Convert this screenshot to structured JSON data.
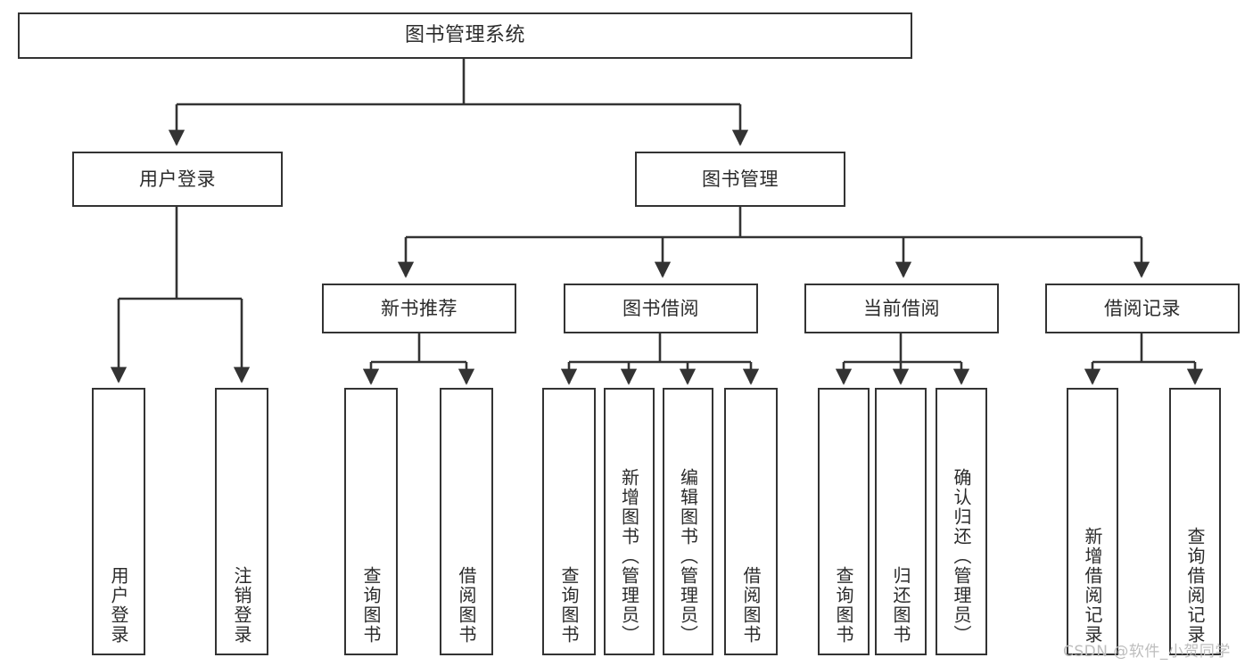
{
  "diagram": {
    "type": "tree-hierarchy-chart",
    "title": "图书管理系统",
    "stroke_color": "#333333",
    "fill_color": "#ffffff",
    "text_color": "#2b2b2b",
    "nodes": {
      "root": {
        "label": "图书管理系统"
      },
      "level2": [
        {
          "label": "用户登录"
        },
        {
          "label": "图书管理"
        }
      ],
      "level3": [
        {
          "label": "新书推荐"
        },
        {
          "label": "图书借阅"
        },
        {
          "label": "当前借阅"
        },
        {
          "label": "借阅记录"
        }
      ],
      "leaves_user_login": [
        {
          "label": "用户登录"
        },
        {
          "label": "注销登录"
        }
      ],
      "leaves_new_book": [
        {
          "label": "查询图书"
        },
        {
          "label": "借阅图书"
        }
      ],
      "leaves_borrow": [
        {
          "label": "查询图书"
        },
        {
          "label": "新增图书（管理员）"
        },
        {
          "label": "编辑图书（管理员）"
        },
        {
          "label": "借阅图书"
        }
      ],
      "leaves_current": [
        {
          "label": "查询图书"
        },
        {
          "label": "归还图书"
        },
        {
          "label": "确认归还（管理员）"
        }
      ],
      "leaves_records": [
        {
          "label": "新增借阅记录"
        },
        {
          "label": "查询借阅记录"
        }
      ]
    }
  },
  "watermark": {
    "text": "CSDN @软件_小贺同学"
  }
}
